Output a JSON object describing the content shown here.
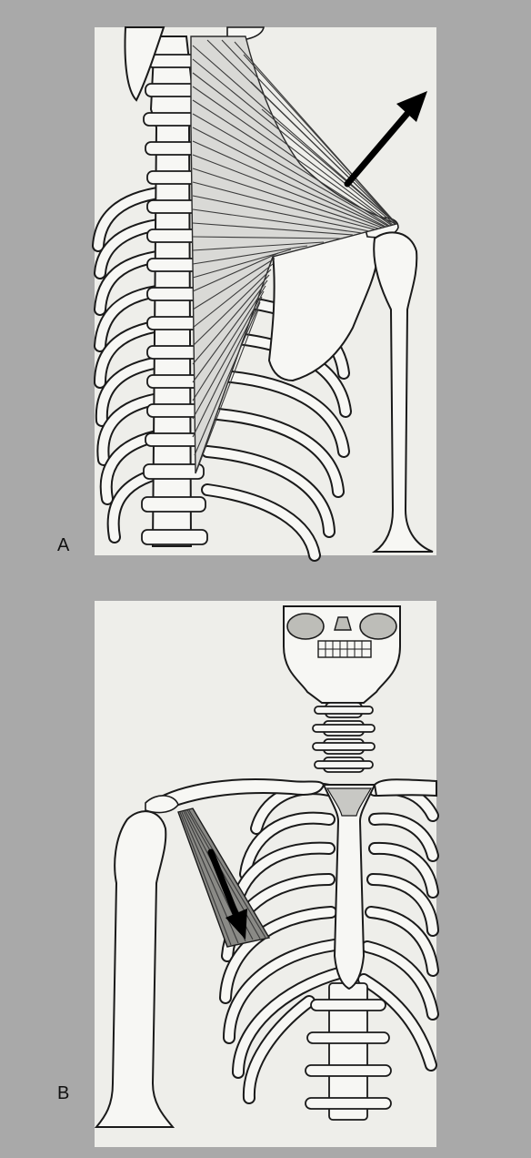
{
  "figure": {
    "panels": [
      {
        "id": "A",
        "label": "A"
      },
      {
        "id": "B",
        "label": "B"
      }
    ],
    "colors": {
      "background": "#a9a9a9",
      "bone": "#f7f7f4",
      "outline": "#1a1a1a",
      "muscle": "#3a3a3a",
      "arrow": "#000000"
    }
  }
}
